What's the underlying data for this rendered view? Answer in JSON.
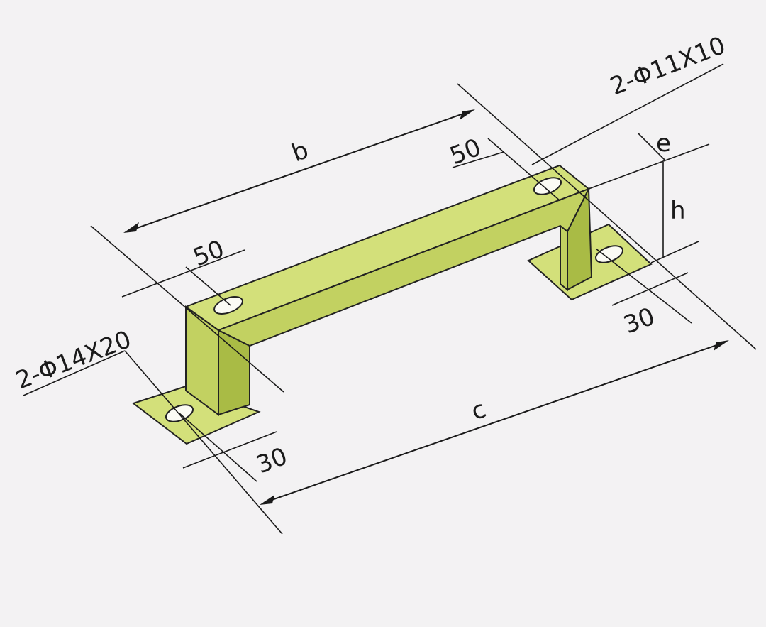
{
  "diagram": {
    "labels": {
      "slot_top": "2-Φ11X10",
      "slot_bottom": "2-Φ14X20",
      "dim_b": "b",
      "dim_c": "c",
      "dim_e": "e",
      "dim_h": "h",
      "dim_50_left": "50",
      "dim_50_right": "50",
      "dim_30_left": "30",
      "dim_30_right": "30"
    },
    "colors": {
      "steel_light": "#d3e07a",
      "steel_mid": "#c2d161",
      "steel_dark": "#a9bb45",
      "ink": "#1a1a1a",
      "paper": "#f3f2f3"
    }
  }
}
